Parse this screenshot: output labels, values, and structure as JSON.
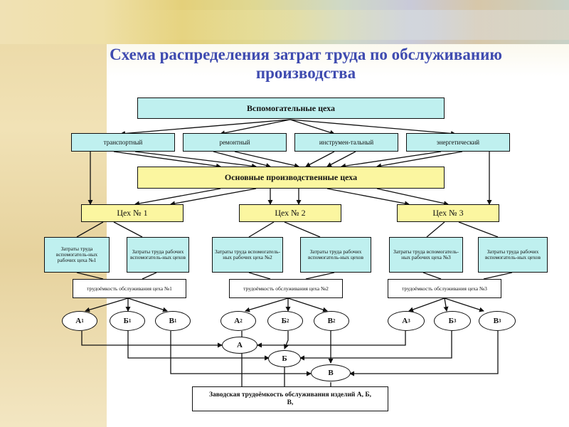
{
  "title": "Схема распределения затрат труда по обслуживанию производства",
  "nodes": {
    "aux_shops": "Вспомогательные цеха",
    "transport": "транспортный",
    "repair": "ремонтный",
    "tool": "инструмен-тальный",
    "energy": "энергетический",
    "main_shops": "Основные производственные цеха",
    "shop1": "Цех № 1",
    "shop2": "Цех № 2",
    "shop3": "Цех № 3",
    "cost1a": "Затраты труда вспомогатель-ных рабочих цеха №1",
    "cost1b": "Затраты труда рабочих вспомогатель-ных цехов",
    "cost2a": "Затраты труда вспомогатель-ных рабочих цеха №2",
    "cost2b": "Затраты труда рабочих вспомогатель-ных цехов",
    "cost3a": "Затраты труда вспомогатель-ных рабочих цеха №3",
    "cost3b": "Затраты труда рабочих вспомогатель-ных цехов",
    "labor1": "трудоёмкость обслуживания цеха №1",
    "labor2": "трудоёмкость обслуживания цеха №2",
    "labor3": "трудоёмкость обслуживания цеха №3",
    "factory_labor": "Заводская трудоёмкость обслуживания изделий А, Б, В,"
  },
  "products": {
    "a1": "А",
    "a1_sub": "1",
    "b1": "Б",
    "b1_sub": "1",
    "v1": "В",
    "v1_sub": "1",
    "a2": "А",
    "a2_sub": "2",
    "b2": "Б",
    "b2_sub": "2",
    "v2": "В",
    "v2_sub": "2",
    "a3": "А",
    "a3_sub": "3",
    "b3": "Б",
    "b3_sub": "3",
    "v3": "В",
    "v3_sub": "3",
    "a": "А",
    "b": "Б",
    "v": "В"
  }
}
